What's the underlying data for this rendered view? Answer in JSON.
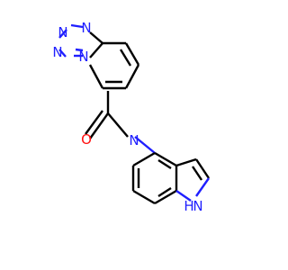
{
  "molecule": {
    "atoms": [
      {
        "id": "n1",
        "element": "N",
        "label": "N"
      },
      {
        "id": "n2",
        "element": "N",
        "label": "N"
      },
      {
        "id": "n3",
        "element": "N",
        "label": "N"
      },
      {
        "id": "n4",
        "element": "N",
        "label": "N"
      },
      {
        "id": "o1",
        "element": "O",
        "label": "O"
      },
      {
        "id": "n5",
        "element": "N",
        "label": "N"
      },
      {
        "id": "h1",
        "element": "N",
        "label": "H"
      },
      {
        "id": "n6",
        "element": "N",
        "label": "N"
      }
    ],
    "colors": {
      "carbon_bond": "#000000",
      "nitrogen": "#1f1fff",
      "oxygen": "#ff0d0d",
      "background": "#ffffff"
    }
  }
}
